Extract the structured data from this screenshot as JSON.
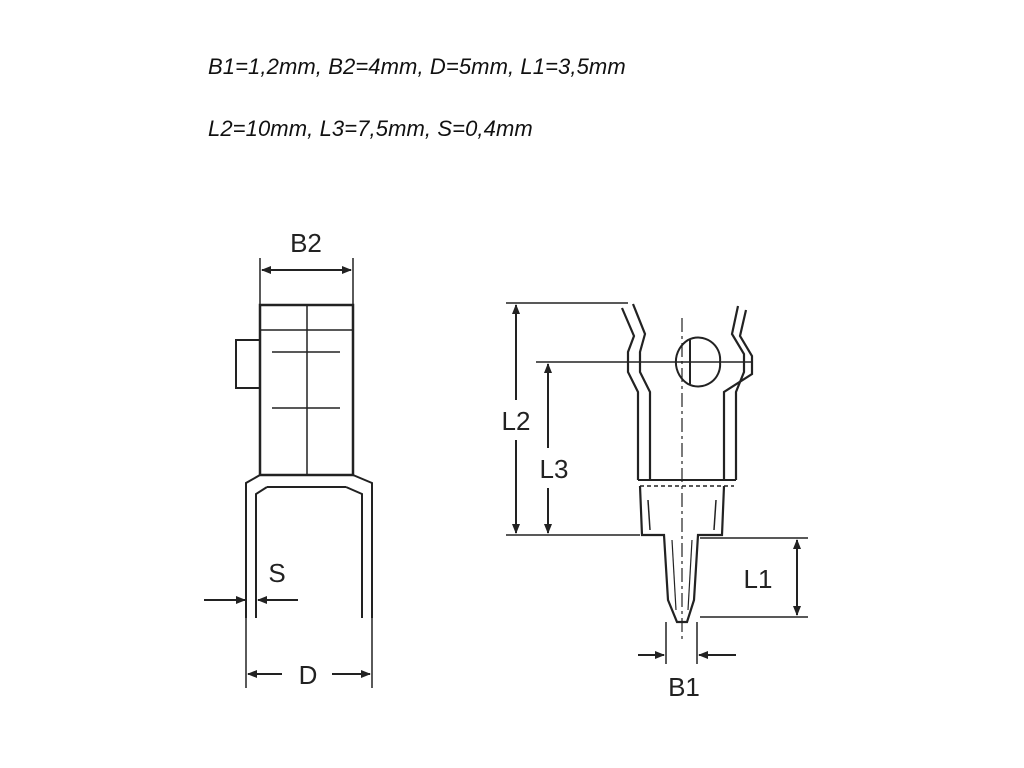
{
  "specs": {
    "line1": "B1=1,2mm, B2=4mm, D=5mm, L1=3,5mm",
    "line2": "L2=10mm, L3=7,5mm, S=0,4mm"
  },
  "dimensions": {
    "b2": "B2",
    "s": "S",
    "d": "D",
    "l2": "L2",
    "l3": "L3",
    "l1": "L1",
    "b1": "B1"
  },
  "colors": {
    "line": "#222222",
    "background": "#ffffff"
  }
}
